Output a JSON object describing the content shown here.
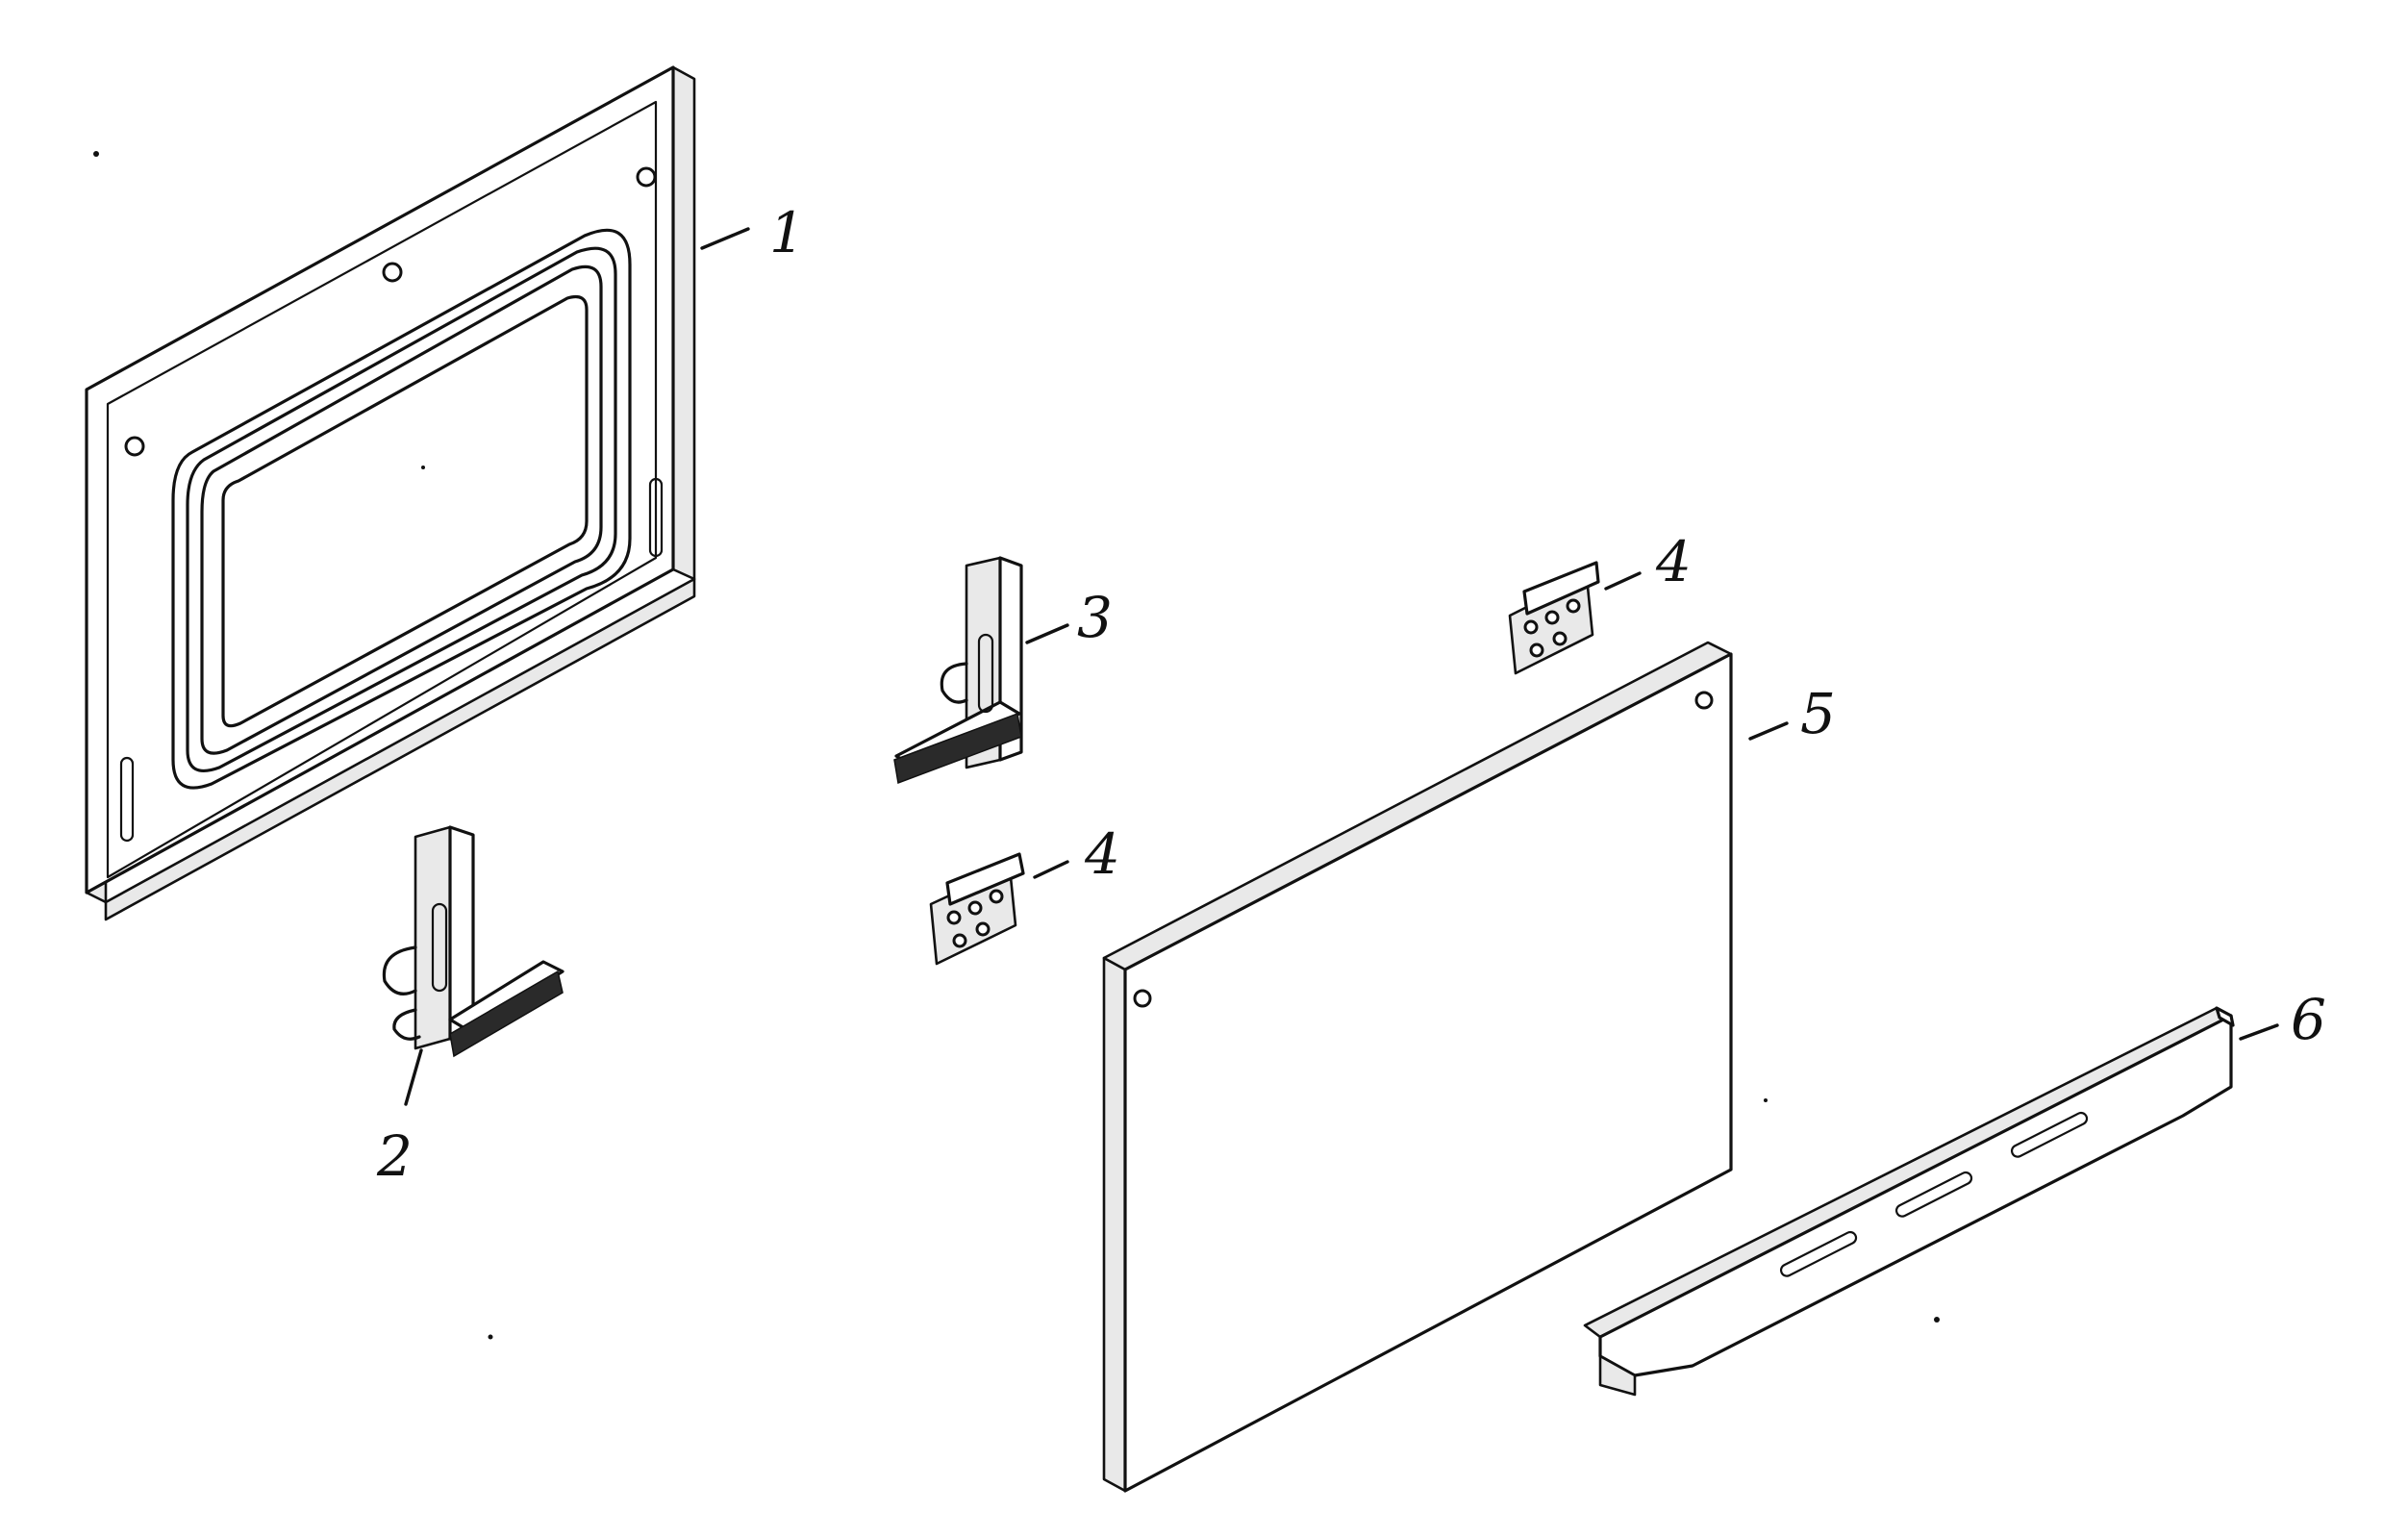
{
  "callouts": [
    {
      "id": "1",
      "label": "1",
      "part_icon": "inner-door-panel-icon"
    },
    {
      "id": "2",
      "label": "2",
      "part_icon": "left-hinge-icon"
    },
    {
      "id": "3",
      "label": "3",
      "part_icon": "right-hinge-icon"
    },
    {
      "id": "4a",
      "label": "4",
      "part_icon": "hinge-bracket-icon"
    },
    {
      "id": "4b",
      "label": "4",
      "part_icon": "hinge-bracket-icon"
    },
    {
      "id": "5",
      "label": "5",
      "part_icon": "outer-door-glass-icon"
    },
    {
      "id": "6",
      "label": "6",
      "part_icon": "door-handle-strip-icon"
    }
  ],
  "colors": {
    "line": "#111111",
    "background": "#ffffff",
    "shade": "#e9e9e9"
  }
}
